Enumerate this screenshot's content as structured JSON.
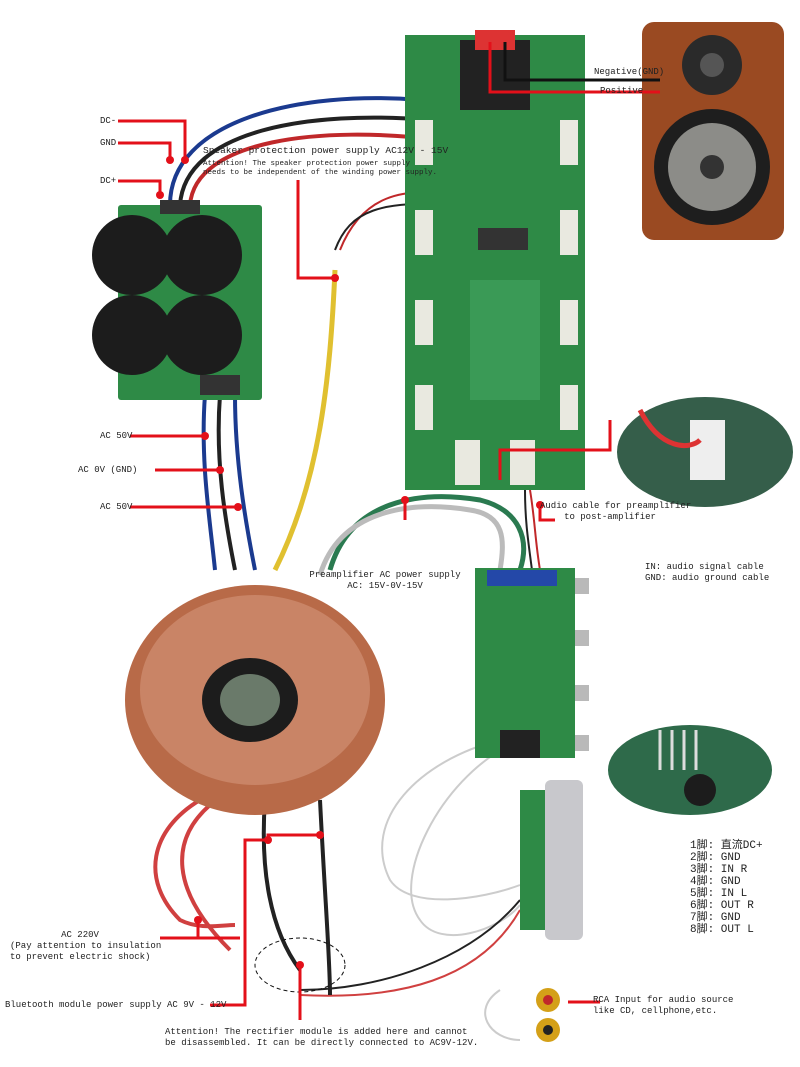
{
  "colors": {
    "annotation_red": "#e3101a",
    "pcb_green": "#2e8a46",
    "copper": "#b86a48",
    "wood": "#9a4a22"
  },
  "labels": {
    "dc_minus": "DC-",
    "gnd": "GND",
    "dc_plus": "DC+",
    "speaker_protection_title": "Speaker protection power supply AC12V - 15V",
    "speaker_protection_note_1": "Attention! The speaker protection power supply",
    "speaker_protection_note_2": "needs to be independent of the winding power supply.",
    "negative": "Negative(GND)",
    "positive": "Positive",
    "ac50v_top": "AC 50V",
    "ac0v": "AC 0V (GND)",
    "ac50v_bottom": "AC 50V",
    "audio_cable_1": "Audio cable for preamplifier",
    "audio_cable_2": "to post-amplifier",
    "in_signal": "IN: audio signal cable",
    "gnd_ground": "GND: audio ground cable",
    "preamp_power_1": "Preamplifier AC power supply",
    "preamp_power_2": "AC: 15V-0V-15V",
    "ac220_1": "AC 220V",
    "ac220_2": "(Pay attention to insulation",
    "ac220_3": "to prevent electric shock)",
    "bt_power": "Bluetooth module power supply AC 9V - 12V",
    "rectifier_1": "Attention! The rectifier module is added here and cannot",
    "rectifier_2": "be disassembled. It can be directly connected to AC9V-12V.",
    "rca_1": "RCA Input for audio source",
    "rca_2": "like CD, cellphone,etc."
  },
  "pinout": [
    "1脚: 直流DC+",
    "2脚: GND",
    "3脚: IN R",
    "4脚: GND",
    "5脚: IN L",
    "6脚: OUT R",
    "7脚: GND",
    "8脚: OUT L"
  ]
}
